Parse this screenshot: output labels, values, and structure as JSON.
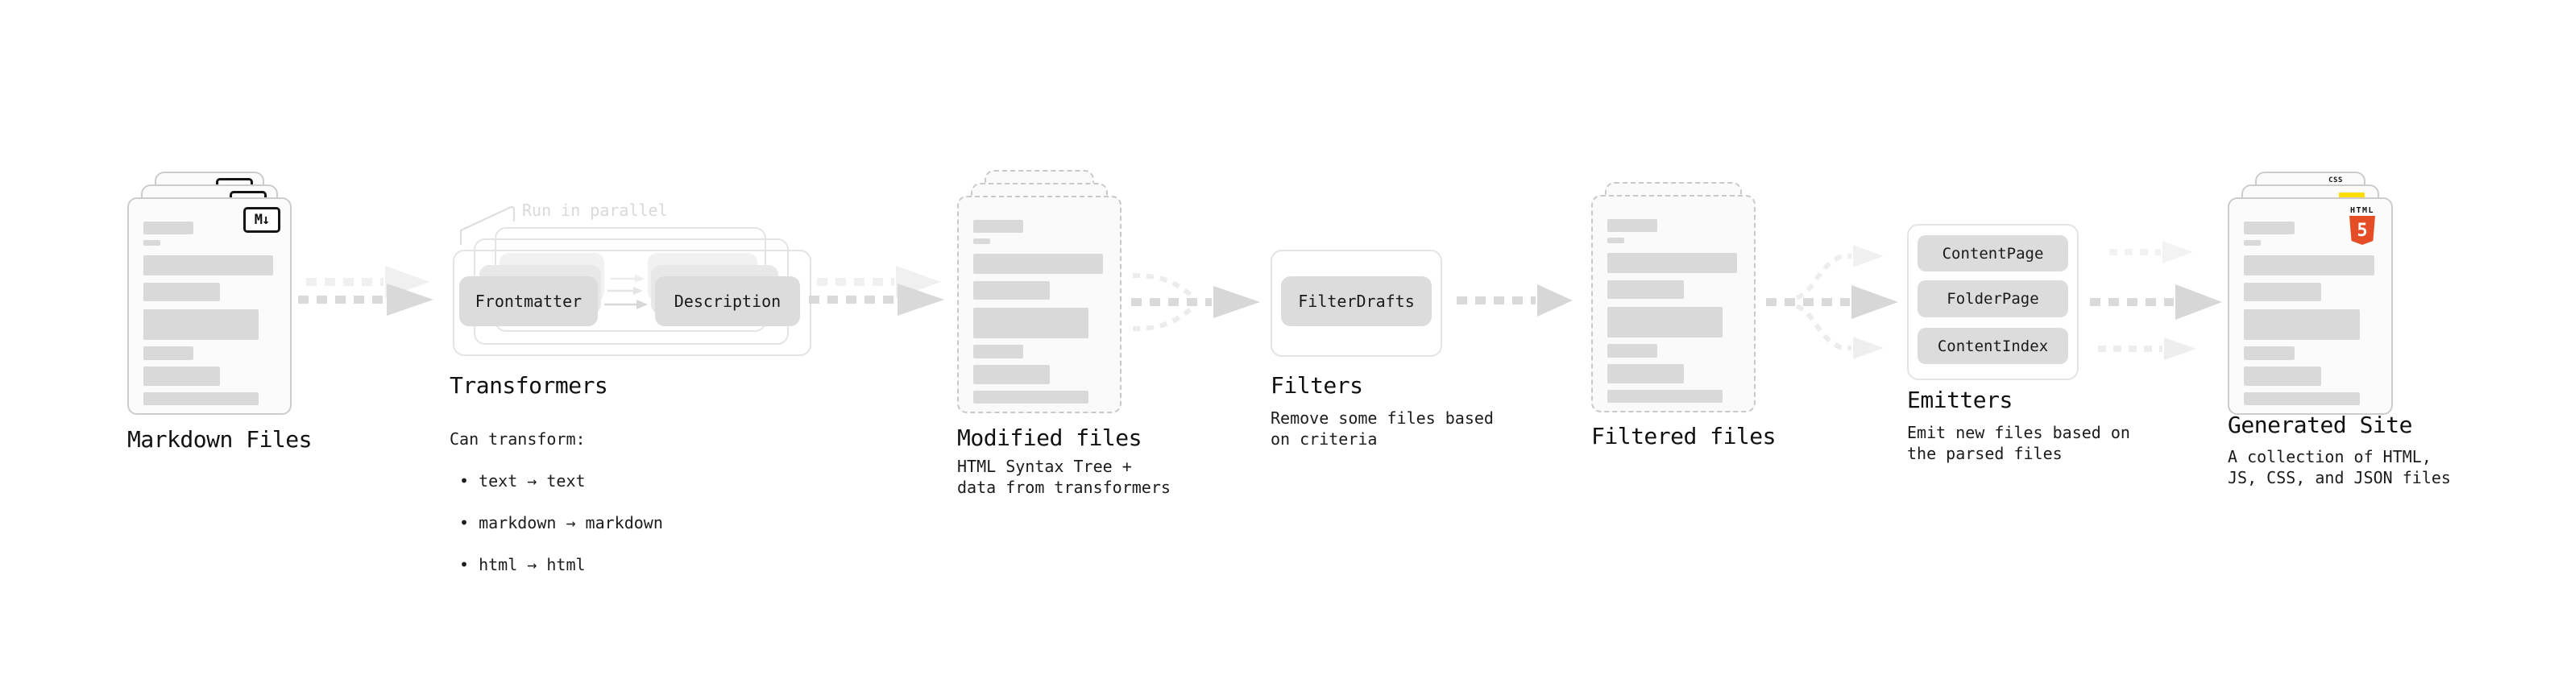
{
  "stages": {
    "markdown_files": {
      "label": "Markdown Files",
      "file_badge": "M↓"
    },
    "transformers": {
      "label": "Transformers",
      "annotation": "Run in parallel",
      "input_chip": "Frontmatter",
      "output_chip": "Description",
      "note_title": "Can transform:",
      "bullets": [
        "• text → text",
        "• markdown → markdown",
        "• html → html"
      ]
    },
    "modified_files": {
      "label": "Modified files",
      "note": "HTML Syntax Tree +\ndata from transformers"
    },
    "filters": {
      "label": "Filters",
      "chip": "FilterDrafts",
      "note": "Remove some files based\non criteria"
    },
    "filtered_files": {
      "label": "Filtered files"
    },
    "emitters": {
      "label": "Emitters",
      "chips": [
        "ContentPage",
        "FolderPage",
        "ContentIndex"
      ],
      "note": "Emit new files based on\nthe parsed files"
    },
    "generated_site": {
      "label": "Generated Site",
      "note": "A collection of HTML,\nJS, CSS, and JSON files",
      "badges": {
        "markup": "HTML",
        "markup_version": "5",
        "stylesheet": "CSS"
      }
    }
  },
  "colors": {
    "html5_orange": "#e44d26",
    "js_yellow": "#ffdd00",
    "css_blue": "#2b6bef"
  }
}
